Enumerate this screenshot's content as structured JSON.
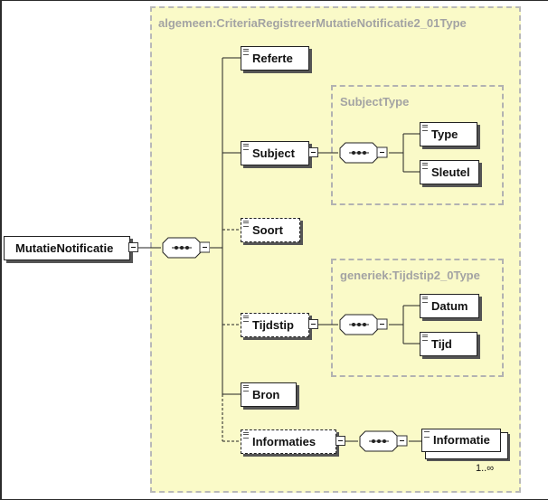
{
  "root": {
    "label": "MutatieNotificatie"
  },
  "outer_type": {
    "title": "algemeen:CriteriaRegistreerMutatieNotificatie2_01Type"
  },
  "children": {
    "referte": "Referte",
    "subject": "Subject",
    "soort": "Soort",
    "tijdstip": "Tijdstip",
    "bron": "Bron",
    "informaties": "Informaties"
  },
  "subject_type": {
    "title": "SubjectType",
    "type_label": "Type",
    "sleutel_label": "Sleutel"
  },
  "tijdstip_type": {
    "title": "generiek:Tijdstip2_0Type",
    "datum_label": "Datum",
    "tijd_label": "Tijd"
  },
  "informatie": {
    "label": "Informatie",
    "cardinality": "1..∞"
  },
  "colors": {
    "type_fill": "#fafac8",
    "type_border": "#b9b9b9",
    "sub_border": "#b2b2b2",
    "line": "#222222"
  },
  "icons": {
    "sequence": "sequence-compositor-icon",
    "collapse": "collapse-minus-icon"
  }
}
